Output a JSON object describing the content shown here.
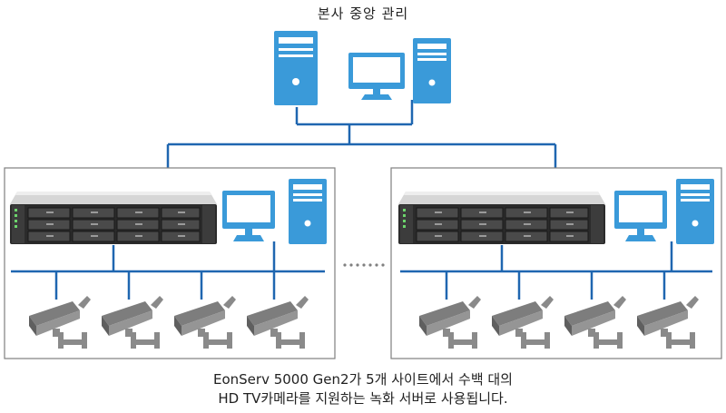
{
  "title": "본사 중앙 관리",
  "caption": {
    "line1": "EonServ 5000 Gen2가 5개 사이트에서 수백 대의",
    "line2": "HD TV카메라를 지원하는 녹화 서버로 사용됩니다."
  },
  "colors": {
    "network_line": "#1f66b0",
    "device_blue": "#3a9ad9",
    "site_border": "#7f7f7f",
    "camera_gray": "#8a8a8a",
    "nas_dark": "#2b2b2b",
    "ellipsis": "#808080"
  },
  "icons": {
    "hq_tower_large": "desktop-tower-icon",
    "hq_monitor": "monitor-icon",
    "hq_tower_small": "desktop-tower-icon",
    "site_nas": "rack-nas-server-icon",
    "site_workstation": "workstation-icon",
    "camera": "cctv-camera-icon"
  },
  "sites": [
    {
      "id": "site-1",
      "camera_count": 4
    },
    {
      "id": "site-2",
      "camera_count": 4
    }
  ]
}
